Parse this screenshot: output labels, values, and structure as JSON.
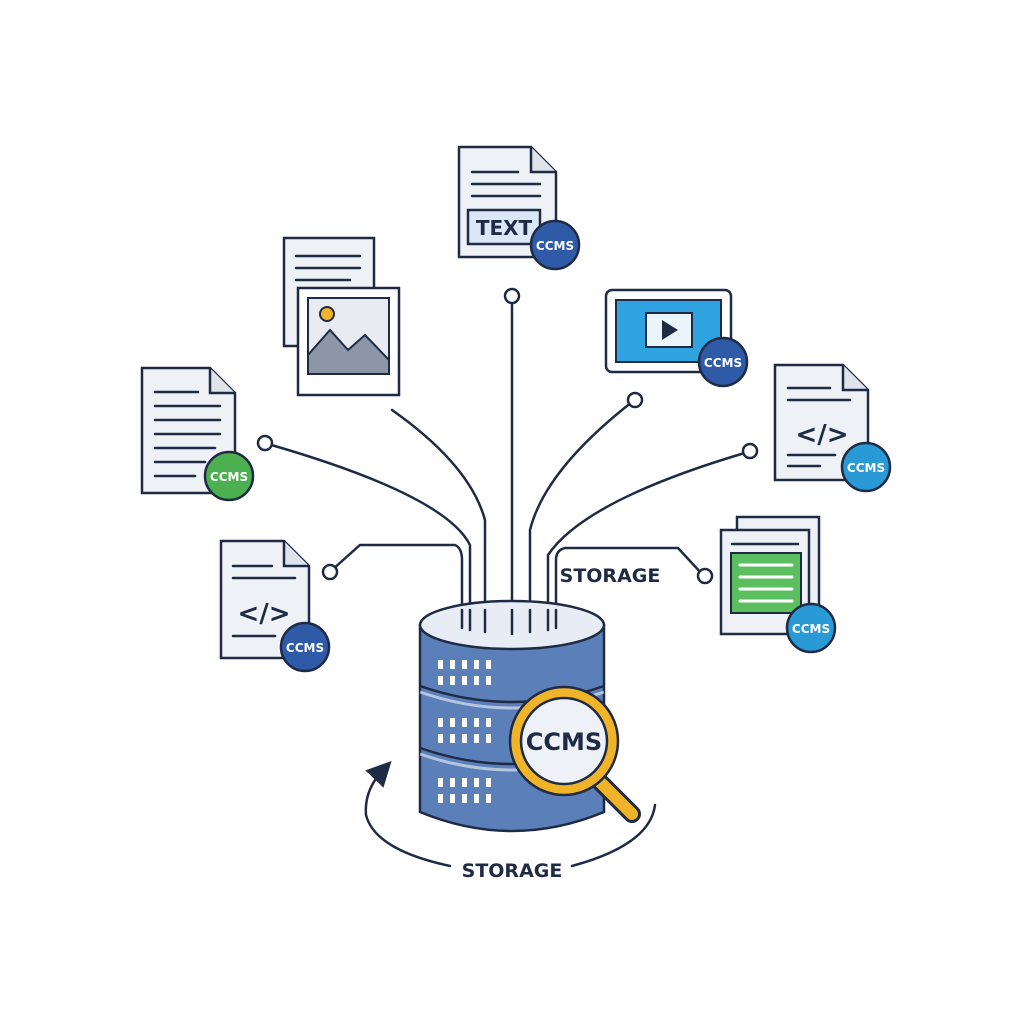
{
  "colors": {
    "ink": "#1f2a44",
    "paper": "#eef1f6",
    "db_blue": "#5b7fb8",
    "db_top": "#e8edf5",
    "badge_navy": "#2f5aa8",
    "badge_green": "#4caf50",
    "badge_teal": "#2a9ad6",
    "lens_gold": "#f0b429",
    "video_blue": "#2ea3e0",
    "sheet_green": "#5cbf5f"
  },
  "badge_text": "CCMS",
  "db_lens_text": "CCMS",
  "text_doc_label": "TEXT",
  "code_glyph": "</>",
  "storage_label_right": "STORAGE",
  "storage_label_bottom": "STORAGE",
  "icons": {
    "text_doc": "text-document-icon",
    "image_doc": "image-document-icon",
    "video": "video-player-icon",
    "plain_doc": "plain-document-icon",
    "code_doc_right": "code-document-icon",
    "code_doc_left": "code-document-icon",
    "spreadsheet": "spreadsheet-document-icon",
    "database": "database-icon",
    "magnifier": "magnifier-icon",
    "cycle_arrow": "cycle-arrow-icon"
  }
}
